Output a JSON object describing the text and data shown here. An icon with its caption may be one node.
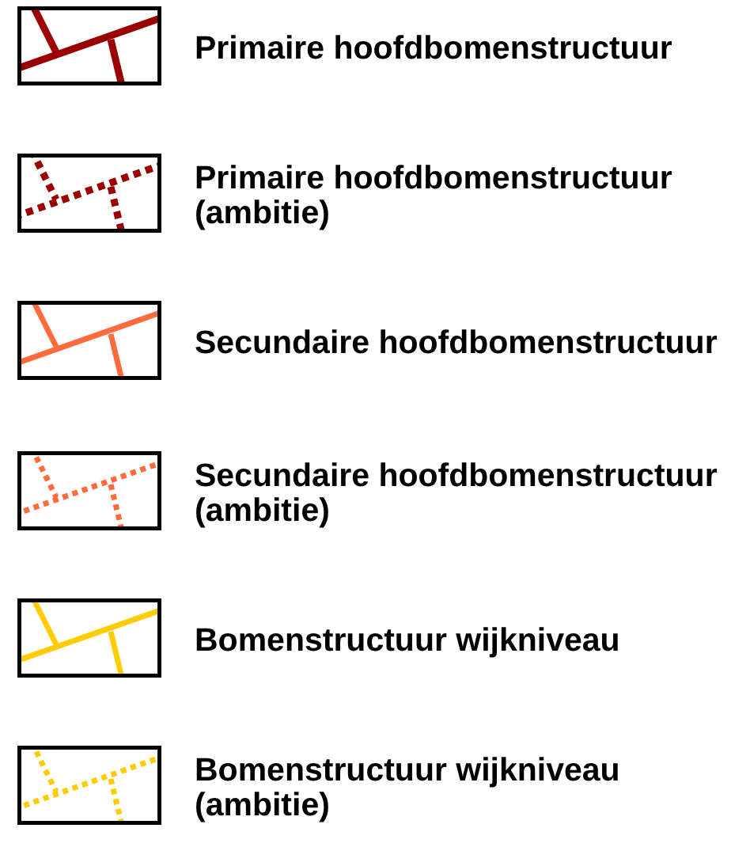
{
  "diagram": {
    "legend": [
      {
        "text": "Primaire hoofdbomenstructuur"
      },
      {
        "text": "Primaire hoofdbomenstructuur (ambitie)"
      },
      {
        "text": "Secundaire hoofdbomenstructuur"
      },
      {
        "text": "Secundaire hoofdbomenstructuur (ambitie)"
      },
      {
        "text": "Bomenstructuur wijkniveau"
      },
      {
        "text": "Bomenstructuur wijkniveau (ambitie)"
      }
    ]
  }
}
